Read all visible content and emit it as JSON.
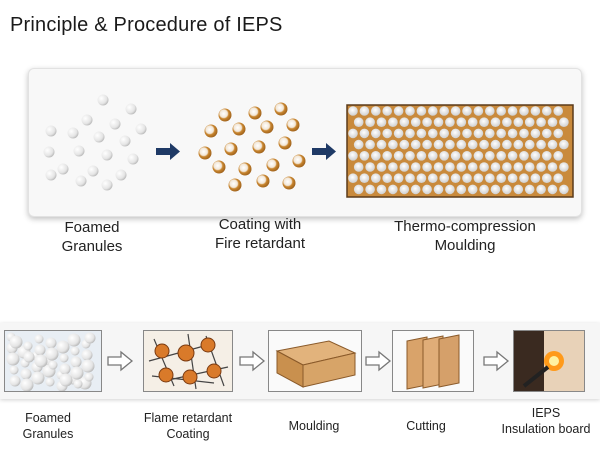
{
  "title": "Principle & Procedure of IEPS",
  "principle": {
    "steps": [
      {
        "line1": "Foamed",
        "line2": "Granules"
      },
      {
        "line1": "Coating with",
        "line2": "Fire retardant"
      },
      {
        "line1": "Thermo-compression",
        "line2": "Moulding"
      }
    ]
  },
  "procedure": {
    "steps": [
      {
        "line1": "Foamed",
        "line2": "Granules"
      },
      {
        "line1": "Flame retardant",
        "line2": "Coating"
      },
      {
        "line1": "Moulding",
        "line2": ""
      },
      {
        "line1": "Cutting",
        "line2": ""
      },
      {
        "line1": "IEPS",
        "line2": "Insulation board"
      }
    ]
  },
  "colors": {
    "arrow": "#1f3a66",
    "bead_white": "#f2f2f2",
    "bead_coated": "#c98a3c",
    "board": "#d9a36a"
  }
}
